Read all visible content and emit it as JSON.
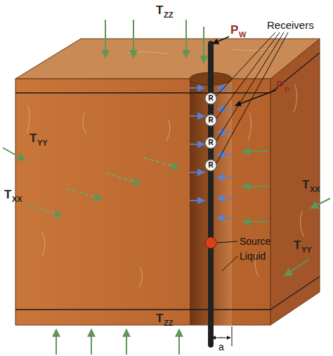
{
  "diagram": {
    "nodes": [
      {
        "text": [
          "R"
        ]
      },
      {
        "text": [
          "R"
        ]
      },
      {
        "text": [
          "R"
        ]
      },
      {
        "text": [
          "R"
        ]
      }
    ],
    "labels": [
      "T",
      "ZZ",
      "P",
      "W",
      "Receivers",
      "P",
      "P",
      "T",
      "YY",
      "T",
      "XX",
      "T",
      "XX",
      "T",
      "YY",
      "Source",
      "Liquid",
      "a",
      "T",
      "ZZ"
    ]
  }
}
